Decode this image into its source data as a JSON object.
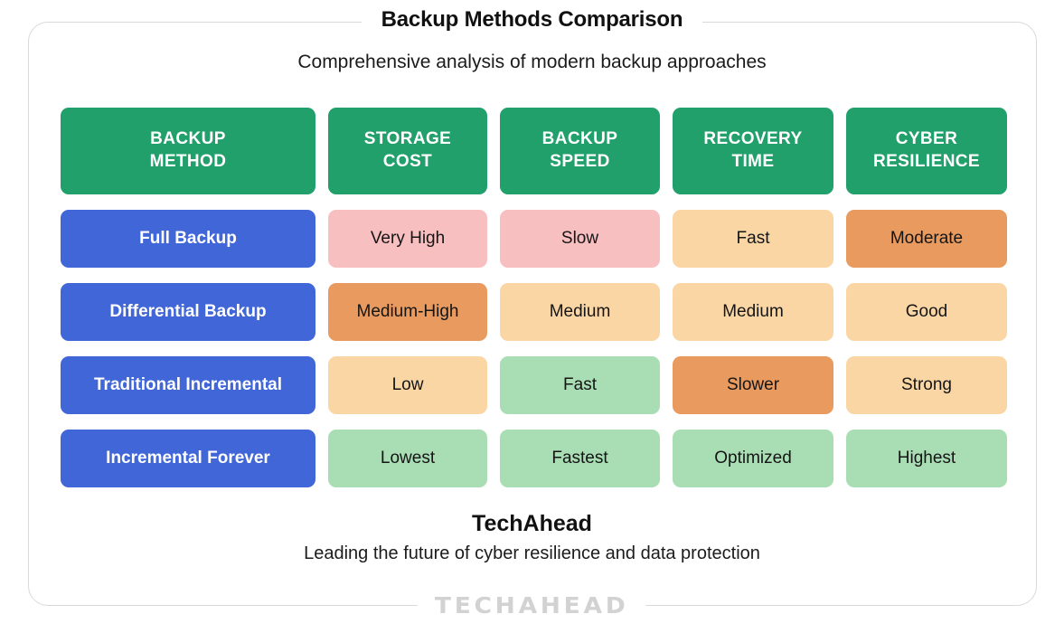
{
  "header": {
    "title": "Backup Methods Comparison",
    "subtitle": "Comprehensive analysis of modern backup approaches"
  },
  "colors": {
    "header_green": "#21a06b",
    "label_blue": "#4066d8",
    "pink": "#f8bfc1",
    "orange_deep": "#e89a5f",
    "peach": "#fad6a5",
    "peach_light": "#fbd9a8",
    "green_light": "#a9ddb4",
    "card_border": "#d9d9d9",
    "watermark_gray": "#d2d2d2",
    "text_dark": "#111111"
  },
  "chart_data": {
    "type": "table",
    "title": "Backup Methods Comparison",
    "subtitle": "Comprehensive analysis of modern backup approaches",
    "columns": [
      "BACKUP\nMETHOD",
      "STORAGE\nCOST",
      "BACKUP\nSPEED",
      "RECOVERY\nTIME",
      "CYBER\nRESILIENCE"
    ],
    "rows": [
      {
        "method": "Full Backup",
        "cells": [
          {
            "text": "Very High",
            "color": "#f8bfc1"
          },
          {
            "text": "Slow",
            "color": "#f8bfc1"
          },
          {
            "text": "Fast",
            "color": "#fad6a5"
          },
          {
            "text": "Moderate",
            "color": "#e89a5f"
          }
        ]
      },
      {
        "method": "Differential Backup",
        "cells": [
          {
            "text": "Medium-High",
            "color": "#e89a5f"
          },
          {
            "text": "Medium",
            "color": "#fad6a5"
          },
          {
            "text": "Medium",
            "color": "#fad6a5"
          },
          {
            "text": "Good",
            "color": "#fad6a5"
          }
        ]
      },
      {
        "method": "Traditional Incremental",
        "cells": [
          {
            "text": "Low",
            "color": "#fad6a5"
          },
          {
            "text": "Fast",
            "color": "#a9ddb4"
          },
          {
            "text": "Slower",
            "color": "#e89a5f"
          },
          {
            "text": "Strong",
            "color": "#fad6a5"
          }
        ]
      },
      {
        "method": "Incremental Forever",
        "cells": [
          {
            "text": "Lowest",
            "color": "#a9ddb4"
          },
          {
            "text": "Fastest",
            "color": "#a9ddb4"
          },
          {
            "text": "Optimized",
            "color": "#a9ddb4"
          },
          {
            "text": "Highest",
            "color": "#a9ddb4"
          }
        ]
      }
    ]
  },
  "footer": {
    "brand": "TechAhead",
    "tagline": "Leading the future of cyber resilience and data protection",
    "watermark": "TECHAHEAD"
  }
}
